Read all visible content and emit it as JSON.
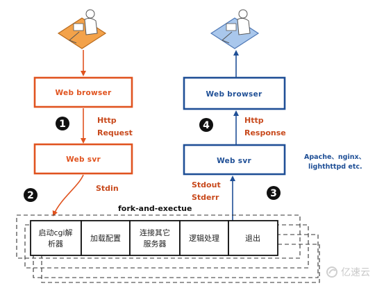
{
  "left_flow": {
    "top_box": "Web browser",
    "request_label_1": "Http",
    "request_label_2": "Request",
    "bottom_box": "Web svr",
    "stdin_label": "Stdin",
    "step_top": "1",
    "step_bottom": "2"
  },
  "right_flow": {
    "top_box": "Web browser",
    "response_label_1": "Http",
    "response_label_2": "Response",
    "bottom_box": "Web svr",
    "stdout_label": "Stdout",
    "stderr_label": "Stderr",
    "step_top": "4",
    "step_bottom": "3"
  },
  "server_note_line1": "Apache、nginx、",
  "server_note_line2": "lighthttpd etc.",
  "process_title": "fork-and-exectue",
  "process_steps": [
    {
      "line1": "启动cgi解",
      "line2": "析器"
    },
    {
      "line1": "加载配置",
      "line2": ""
    },
    {
      "line1": "连接其它",
      "line2": "服务器"
    },
    {
      "line1": "逻辑处理",
      "line2": ""
    },
    {
      "line1": "退出",
      "line2": ""
    }
  ],
  "watermark_text": "亿速云",
  "colors": {
    "orange": "#e0531f",
    "blue": "#1f4f96",
    "label_orange": "#c8491c"
  },
  "icons": [
    "user-at-computer-icon",
    "user-at-computer-icon",
    "yisu-cloud-logo-icon"
  ]
}
